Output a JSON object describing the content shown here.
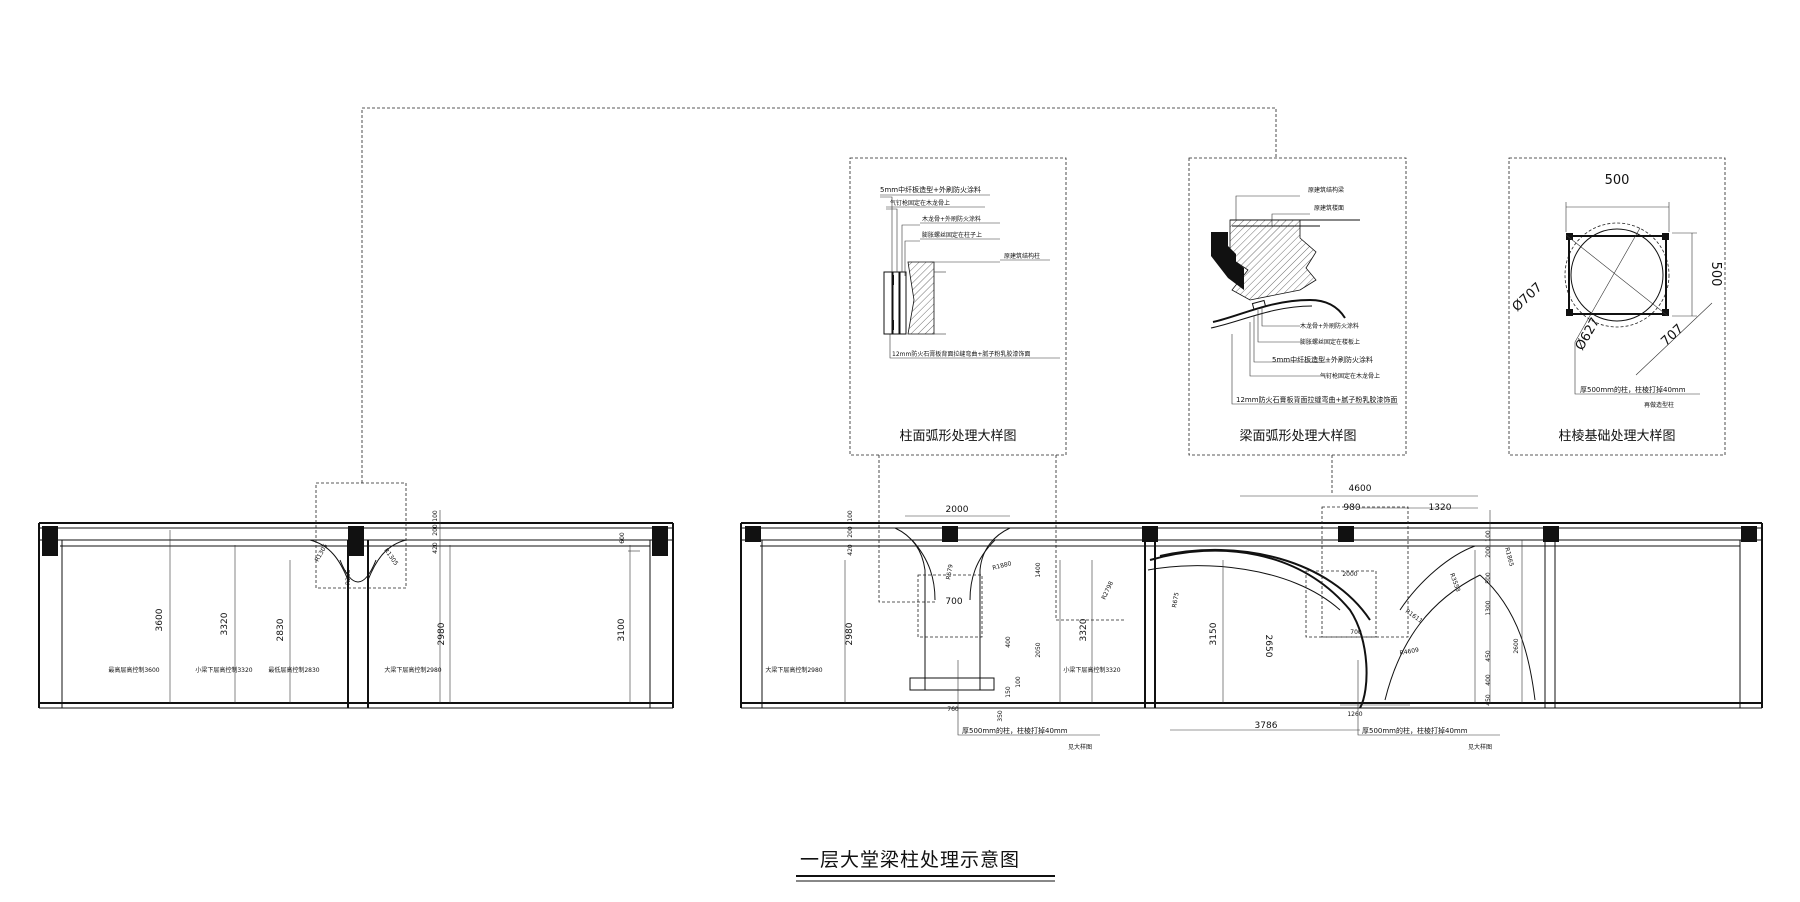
{
  "title": "一层大堂梁柱处理示意图",
  "details": {
    "column_face": {
      "caption": "柱面弧形处理大样图",
      "notes": [
        "5mm中纤板造型+外刷防火涂料",
        "气钉枪固定在木龙骨上",
        "木龙骨+外刷防火涂料",
        "膨胀螺丝固定在柱子上",
        "原建筑结构柱",
        "12mm防火石膏板背面拉缝弯曲+腻子粉乳胶漆饰面"
      ]
    },
    "beam_face": {
      "caption": "梁面弧形处理大样图",
      "notes": [
        "原建筑结构梁",
        "原建筑楼面",
        "木龙骨+外刷防火涂料",
        "膨胀螺丝固定在楼板上",
        "5mm中纤板造型+外刷防火涂料",
        "气钉枪固定在木龙骨上",
        "12mm防火石膏板背面拉缝弯曲+腻子粉乳胶漆饰面"
      ]
    },
    "column_base": {
      "caption": "柱棱基础处理大样图",
      "dims": [
        "500",
        "500",
        "707",
        "Ø707",
        "Ø627"
      ],
      "notes": [
        "厚500mm的柱，柱棱打掉40mm",
        "再做造型柱"
      ]
    }
  },
  "left_section": {
    "labels": [
      "最高层高控制3600",
      "小梁下层高控制3320",
      "最低层高控制2830",
      "大梁下层高控制2980"
    ],
    "dims": [
      "3600",
      "3320",
      "2830",
      "2980",
      "3100",
      "600",
      "420",
      "200",
      "100",
      "R1305",
      "R1305",
      "R265"
    ]
  },
  "right_section": {
    "labels": [
      "大梁下层高控制2980",
      "小梁下层高控制3320"
    ],
    "dims": [
      "2000",
      "700",
      "R579",
      "R1880",
      "1400",
      "2980",
      "420",
      "200",
      "100",
      "2050",
      "400",
      "150",
      "100",
      "350",
      "760",
      "3320",
      "R2798",
      "3150",
      "2650",
      "4600",
      "980",
      "1320",
      "2000",
      "R3553",
      "R1611",
      "R4609",
      "700",
      "1300",
      "2600",
      "450",
      "400",
      "450",
      "500",
      "200",
      "100",
      "R1865",
      "3786",
      "1260",
      "R675"
    ],
    "notes": [
      "厚500mm的柱，柱棱打掉40mm",
      "见大样图",
      "厚500mm的柱，柱棱打掉40mm",
      "见大样图"
    ]
  }
}
